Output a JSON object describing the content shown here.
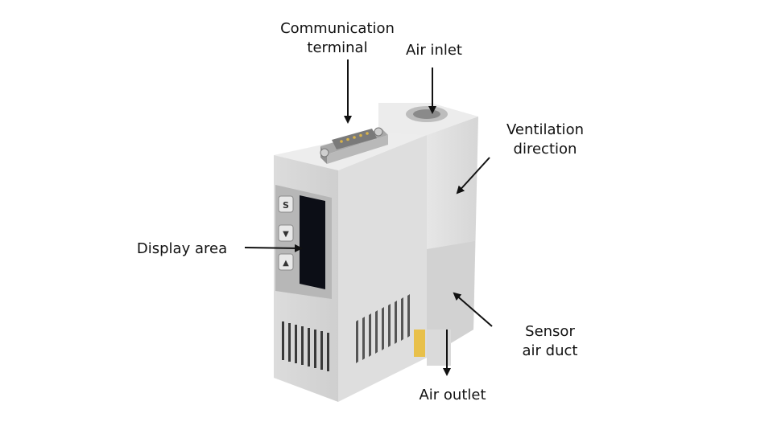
{
  "labels": {
    "communication_terminal": [
      "Communication",
      "terminal"
    ],
    "air_inlet": "Air inlet",
    "ventilation_direction": [
      "Ventilation",
      "direction"
    ],
    "display_area": "Display area",
    "sensor_air_duct": [
      "Sensor",
      "air duct"
    ],
    "air_outlet": "Air outlet"
  },
  "device": {
    "buttons": [
      "S",
      "▼",
      "▲"
    ]
  },
  "colors": {
    "background": "#ffffff",
    "body_light": "#e3e3e3",
    "body_mid": "#d4d4d4",
    "body_dark": "#c4c4c4",
    "panel": "#b8b8b8",
    "screen": "#0c0e16",
    "accent": "#e8c04a",
    "arrow": "#111111"
  }
}
